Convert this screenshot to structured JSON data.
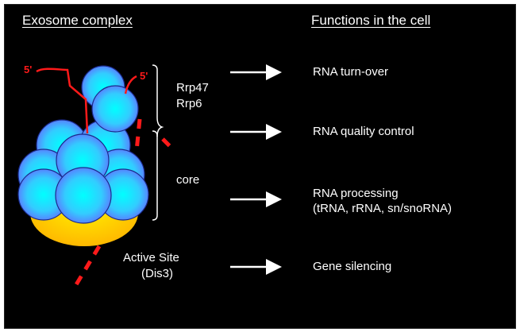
{
  "left_heading": "Exosome complex",
  "right_heading": "Functions in the cell",
  "diagram": {
    "rna_end_labels": [
      "5'",
      "5'"
    ],
    "subunit_labels": {
      "cap_line1": "Rrp47",
      "cap_line2": "Rrp6",
      "core": "core",
      "active_site_line1": "Active Site",
      "active_site_line2": "(Dis3)"
    }
  },
  "functions": [
    {
      "label": "RNA turn-over"
    },
    {
      "label": "RNA quality control"
    },
    {
      "label": "RNA processing",
      "sub": "(tRNA, rRNA, sn/snoRNA)"
    },
    {
      "label": "Gene silencing"
    }
  ],
  "colors": {
    "background": "#000000",
    "text": "#ffffff",
    "rna": "#ff1a1a",
    "subunit": "#33e6ff",
    "subunit_edge": "#5a6cff",
    "dis3": "#ffd800"
  }
}
